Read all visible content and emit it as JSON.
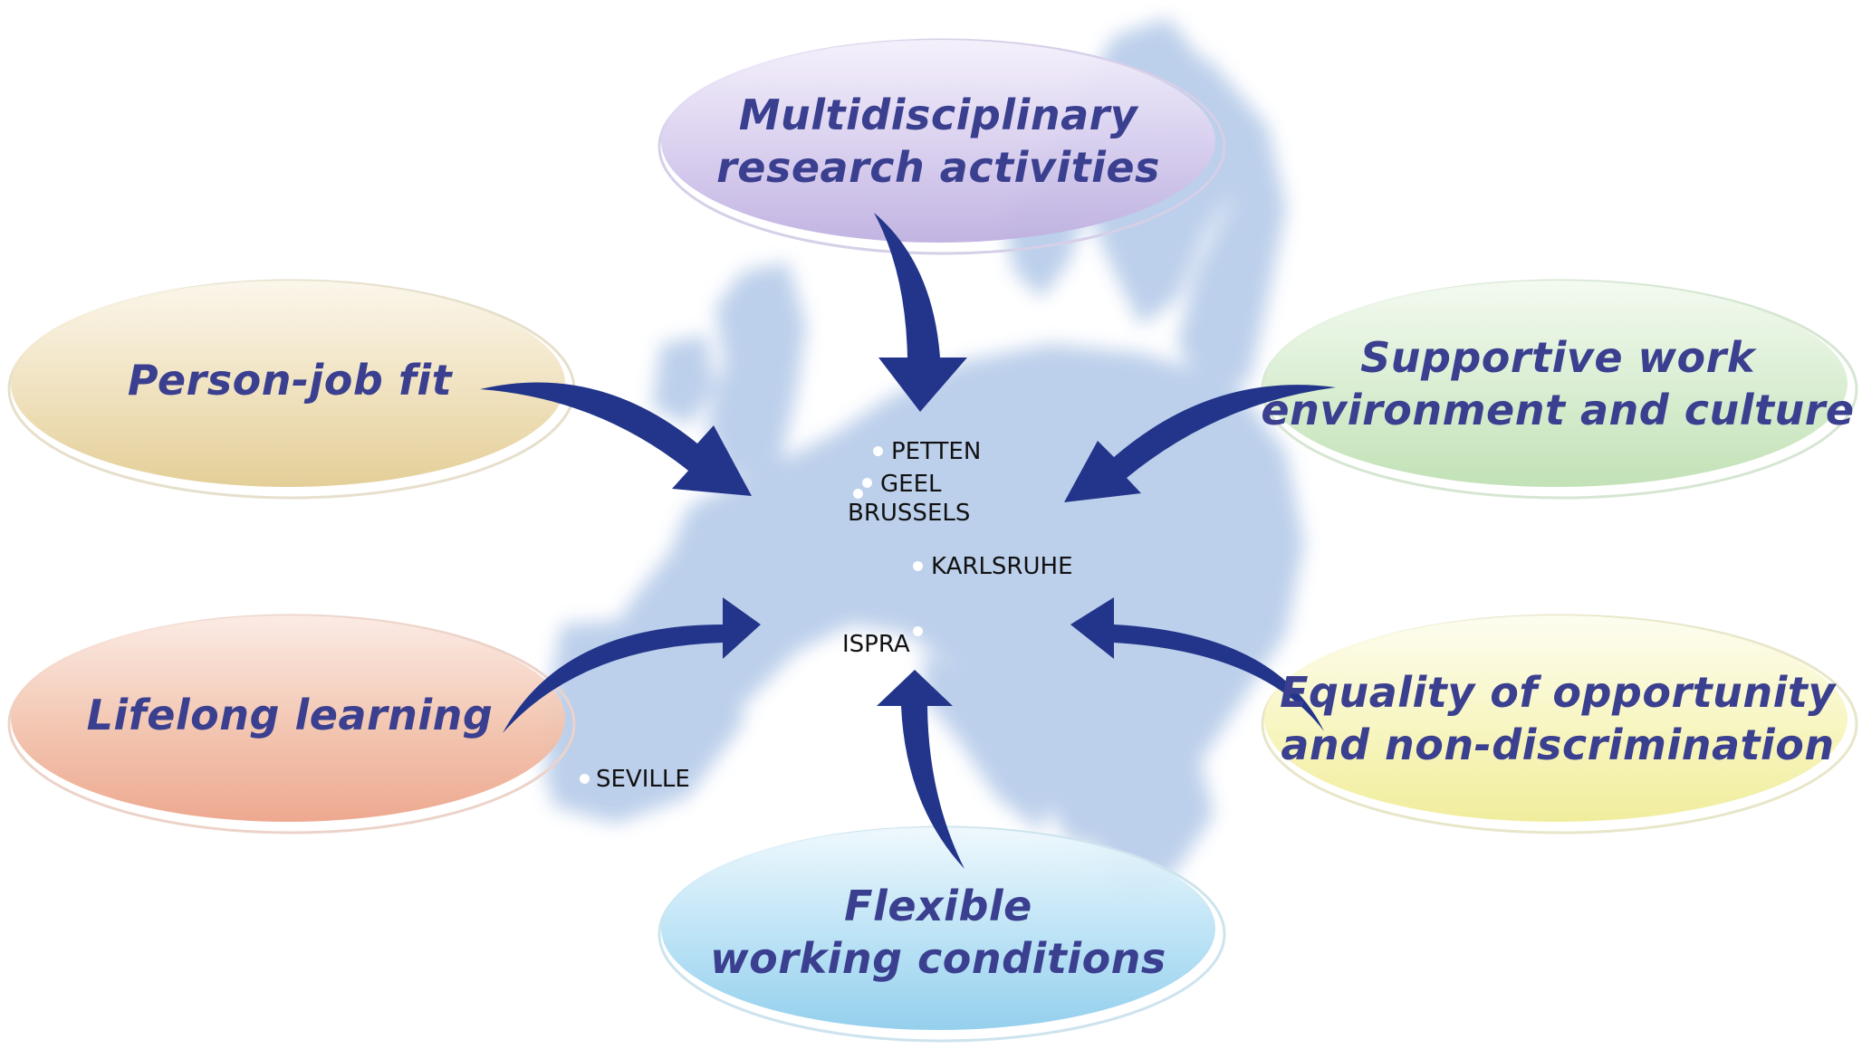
{
  "bubbles": {
    "multidisciplinary": {
      "line1": "Multidisciplinary",
      "line2": "research activities",
      "color": "#c9bde6"
    },
    "person_job_fit": {
      "line1": "Person-job fit",
      "color": "#e9d6a6"
    },
    "supportive": {
      "line1": "Supportive work",
      "line2": "environment and culture",
      "color": "#cfe8c3"
    },
    "lifelong": {
      "line1": "Lifelong learning",
      "color": "#f1b59c"
    },
    "equality": {
      "line1": "Equality of opportunity",
      "line2": "and non-discrimination",
      "color": "#f3f1a6"
    },
    "flexible": {
      "line1": "Flexible",
      "line2": "working conditions",
      "color": "#9fd6f0"
    }
  },
  "cities": {
    "petten": "PETTEN",
    "geel": "GEEL",
    "brussels": "BRUSSELS",
    "karlsruhe": "KARLSRUHE",
    "ispra": "ISPRA",
    "seville": "SEVILLE"
  },
  "colors": {
    "arrow": "#22358a",
    "map": "#b9cdea",
    "text": "#3a3f8f"
  }
}
